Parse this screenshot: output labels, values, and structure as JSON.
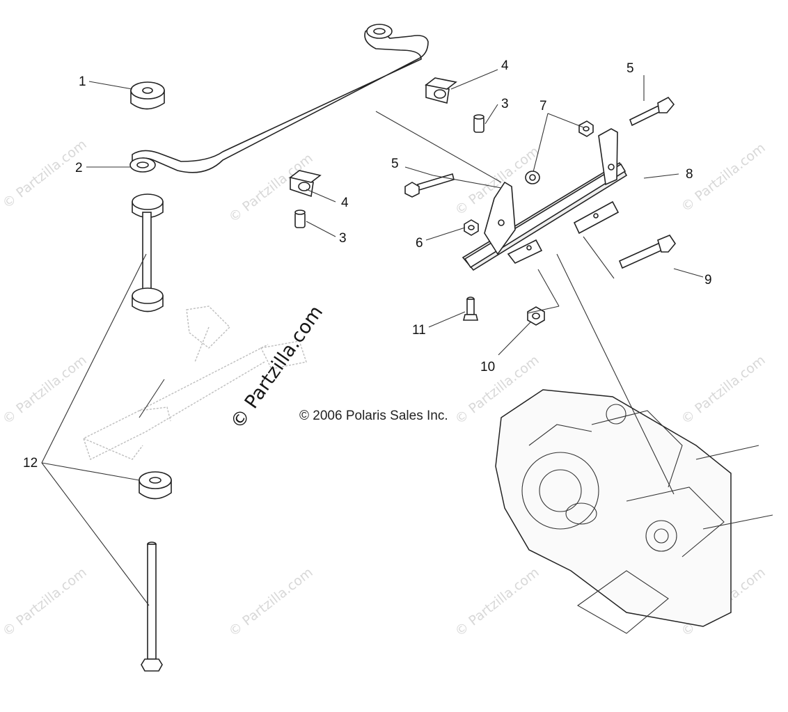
{
  "diagram": {
    "callouts": [
      "1",
      "2",
      "3",
      "3",
      "4",
      "4",
      "5",
      "5",
      "6",
      "7",
      "8",
      "9",
      "10",
      "11",
      "12"
    ],
    "copyright": "© 2006 Polaris Sales Inc.",
    "watermark_main": "© Partzilla.com",
    "watermark_tile": "© Partzilla.com"
  }
}
